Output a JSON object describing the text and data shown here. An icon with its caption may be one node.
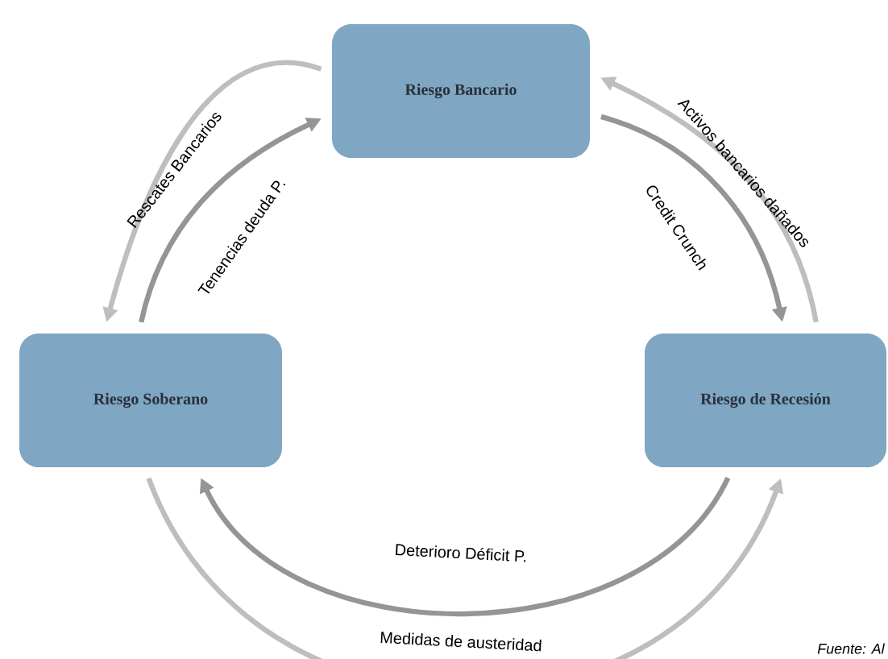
{
  "diagram": {
    "nodes": [
      {
        "text": [
          "Riesgo Bancario"
        ]
      },
      {
        "text": [
          "Riesgo Soberano"
        ]
      },
      {
        "text": [
          "Riesgo de Recesión"
        ]
      }
    ],
    "edges": [
      {
        "from": 0,
        "to": 1,
        "arrow": "to",
        "label": "Rescates Bancarios",
        "color": "#bcbec0"
      },
      {
        "from": 1,
        "to": 0,
        "arrow": "to",
        "label": "Tenencias deuda P.",
        "color": "#939598"
      },
      {
        "from": 0,
        "to": 2,
        "arrow": "to",
        "label": "Credit Crunch",
        "color": "#939598"
      },
      {
        "from": 2,
        "to": 0,
        "arrow": "to",
        "label": "Activos bancarios dañados",
        "color": "#bcbec0"
      },
      {
        "from": 2,
        "to": 1,
        "arrow": "to",
        "label": "Deterioro Déficit P.",
        "color": "#939598"
      },
      {
        "from": 1,
        "to": 2,
        "arrow": "to",
        "label": "Medidas de austeridad",
        "color": "#bcbec0"
      }
    ],
    "labels": [
      "Fuente: Al"
    ]
  }
}
